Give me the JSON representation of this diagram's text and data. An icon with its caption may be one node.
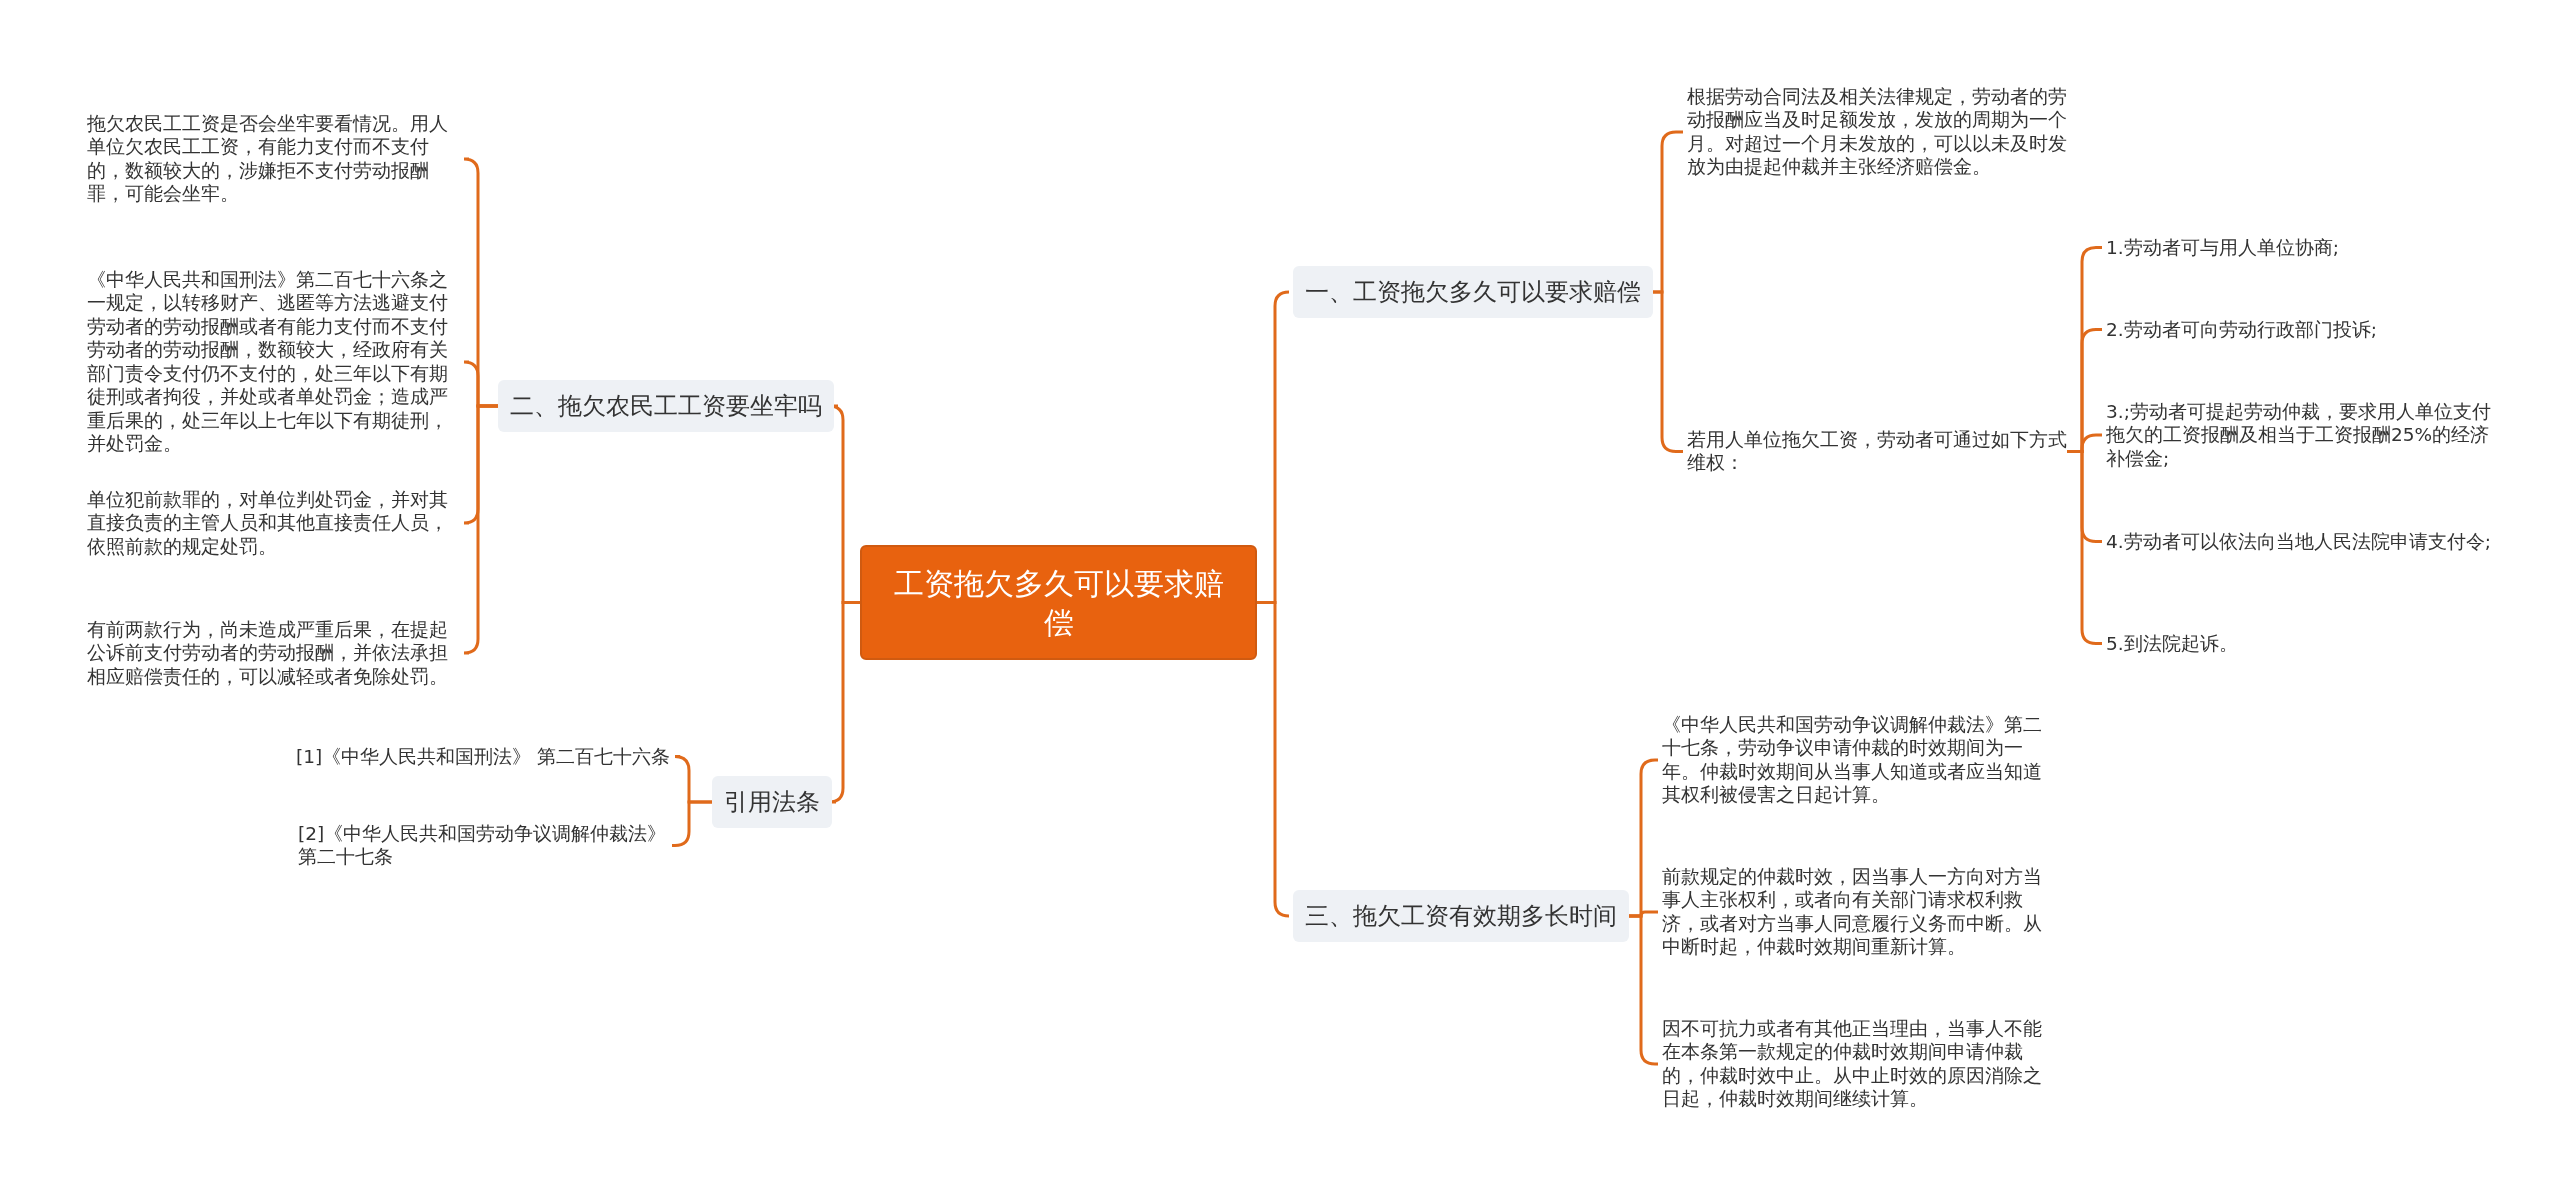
{
  "diagram": {
    "nodes": [
      {
        "text": [
          "工资拖欠多久可以要求赔偿"
        ]
      },
      {
        "text": [
          "一、工资拖欠多久可以要求赔偿"
        ]
      },
      {
        "text": [
          "根据劳动合同法及相关法律规定，劳动者的劳动报酬应当及时足额发放，发放的周期为一个月。对超过一个月未发放的，可以以未及时发放为由提起仲裁并主张经济赔偿金。"
        ]
      },
      {
        "text": [
          "若用人单位拖欠工资，劳动者可通过如下方式维权："
        ]
      },
      {
        "text": [
          "1.劳动者可与用人单位协商;"
        ]
      },
      {
        "text": [
          "2.劳动者可向劳动行政部门投诉;"
        ]
      },
      {
        "text": [
          "3.;劳动者可提起劳动仲裁，要求用人单位支付拖欠的工资报酬及相当于工资报酬25%的经济补偿金;"
        ]
      },
      {
        "text": [
          "4.劳动者可以依法向当地人民法院申请支付令;"
        ]
      },
      {
        "text": [
          "5.到法院起诉。"
        ]
      },
      {
        "text": [
          "三、拖欠工资有效期多长时间"
        ]
      },
      {
        "text": [
          "《中华人民共和国劳动争议调解仲裁法》第二十七条，劳动争议申请仲裁的时效期间为一年。仲裁时效期间从当事人知道或者应当知道其权利被侵害之日起计算。"
        ]
      },
      {
        "text": [
          "前款规定的仲裁时效，因当事人一方向对方当事人主张权利，或者向有关部门请求权利救济，或者对方当事人同意履行义务而中断。从中断时起，仲裁时效期间重新计算。"
        ]
      },
      {
        "text": [
          "因不可抗力或者有其他正当理由，当事人不能在本条第一款规定的仲裁时效期间申请仲裁的，仲裁时效中止。从中止时效的原因消除之日起，仲裁时效期间继续计算。"
        ]
      },
      {
        "text": [
          "二、拖欠农民工工资要坐牢吗"
        ]
      },
      {
        "text": [
          "拖欠农民工工资是否会坐牢要看情况。用人单位欠农民工工资，有能力支付而不支付的，数额较大的，涉嫌拒不支付劳动报酬罪，可能会坐牢。"
        ]
      },
      {
        "text": [
          "《中华人民共和国刑法》第二百七十六条之一规定，以转移财产、逃匿等方法逃避支付劳动者的劳动报酬或者有能力支付而不支付劳动者的劳动报酬，数额较大，经政府有关部门责令支付仍不支付的，处三年以下有期徒刑或者拘役，并处或者单处罚金；造成严重后果的，处三年以上七年以下有期徒刑，并处罚金。"
        ]
      },
      {
        "text": [
          "单位犯前款罪的，对单位判处罚金，并对其直接负责的主管人员和其他直接责任人员，依照前款的规定处罚。"
        ]
      },
      {
        "text": [
          "有前两款行为，尚未造成严重后果，在提起公诉前支付劳动者的劳动报酬，并依法承担相应赔偿责任的，可以减轻或者免除处罚。"
        ]
      },
      {
        "text": [
          "引用法条"
        ]
      },
      {
        "text": [
          "[1]《中华人民共和国刑法》 第二百七十六条"
        ]
      },
      {
        "text": [
          "[2]《中华人民共和国劳动争议调解仲裁法》第二十七条"
        ]
      }
    ],
    "edges": [
      {
        "from": 0,
        "to": 1,
        "arrow": "none"
      },
      {
        "from": 0,
        "to": 9,
        "arrow": "none"
      },
      {
        "from": 0,
        "to": 13,
        "arrow": "none"
      },
      {
        "from": 0,
        "to": 18,
        "arrow": "none"
      },
      {
        "from": 1,
        "to": 2,
        "arrow": "none"
      },
      {
        "from": 1,
        "to": 3,
        "arrow": "none"
      },
      {
        "from": 3,
        "to": 4,
        "arrow": "none"
      },
      {
        "from": 3,
        "to": 5,
        "arrow": "none"
      },
      {
        "from": 3,
        "to": 6,
        "arrow": "none"
      },
      {
        "from": 3,
        "to": 7,
        "arrow": "none"
      },
      {
        "from": 3,
        "to": 8,
        "arrow": "none"
      },
      {
        "from": 9,
        "to": 10,
        "arrow": "none"
      },
      {
        "from": 9,
        "to": 11,
        "arrow": "none"
      },
      {
        "from": 9,
        "to": 12,
        "arrow": "none"
      },
      {
        "from": 13,
        "to": 14,
        "arrow": "none"
      },
      {
        "from": 13,
        "to": 15,
        "arrow": "none"
      },
      {
        "from": 13,
        "to": 16,
        "arrow": "none"
      },
      {
        "from": 13,
        "to": 17,
        "arrow": "none"
      },
      {
        "from": 18,
        "to": 19,
        "arrow": "none"
      },
      {
        "from": 18,
        "to": 20,
        "arrow": "none"
      }
    ]
  }
}
